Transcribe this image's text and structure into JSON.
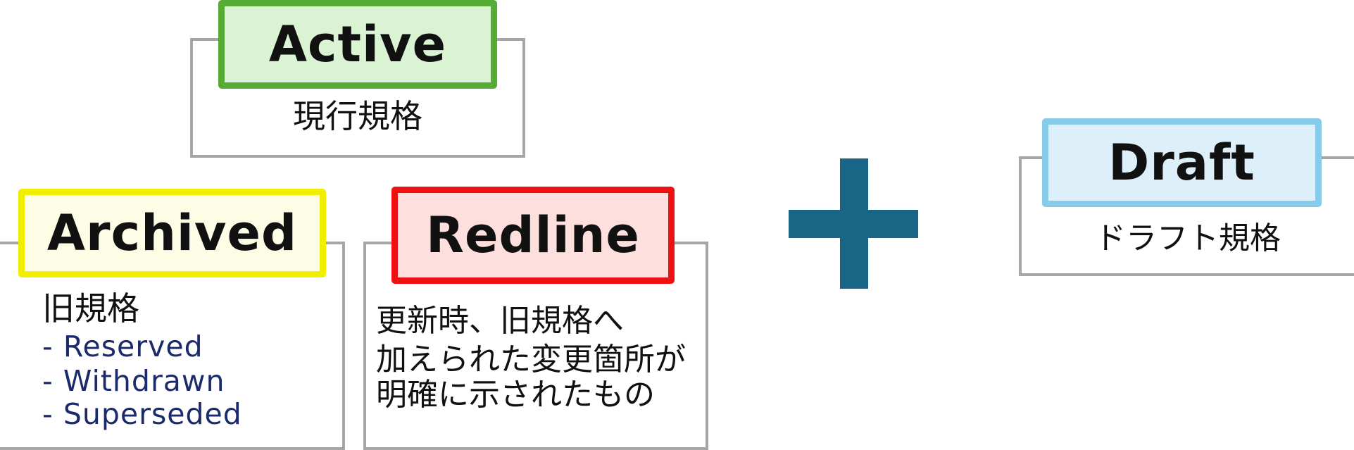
{
  "colors": {
    "frame_border": "#a6a6a6",
    "active_border": "#55ab33",
    "active_fill": "#d9f3d3",
    "archived_border": "#f2ee00",
    "archived_fill": "#fdfde6",
    "redline_border": "#ee1111",
    "redline_fill": "#fde0dd",
    "draft_border": "#87cbea",
    "draft_fill": "#ddf0fa",
    "plus": "#186586",
    "sublist_text": "#1b2a6b"
  },
  "active": {
    "label": "Active",
    "description": "現行規格"
  },
  "archived": {
    "label": "Archived",
    "description": "旧規格",
    "items": [
      "- Reserved",
      "- Withdrawn",
      "- Superseded"
    ]
  },
  "redline": {
    "label": "Redline",
    "description_lines": [
      "更新時、旧規格へ",
      "加えられた変更箇所が",
      "明確に示されたもの"
    ]
  },
  "plus_symbol": "plus-icon",
  "draft": {
    "label": "Draft",
    "description": "ドラフト規格"
  }
}
